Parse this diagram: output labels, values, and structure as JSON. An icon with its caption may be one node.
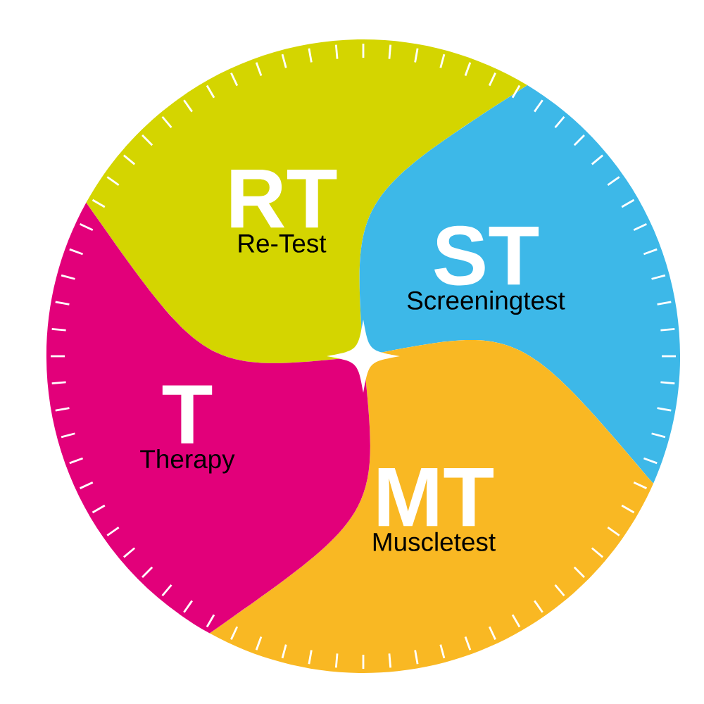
{
  "diagram": {
    "nodes": [
      {
        "text": [
          "RT",
          "Re-Test"
        ]
      },
      {
        "text": [
          "ST",
          "Screeningtest"
        ]
      },
      {
        "text": [
          "MT",
          "Muscletest"
        ]
      },
      {
        "text": [
          "T",
          "Therapy"
        ]
      }
    ]
  }
}
